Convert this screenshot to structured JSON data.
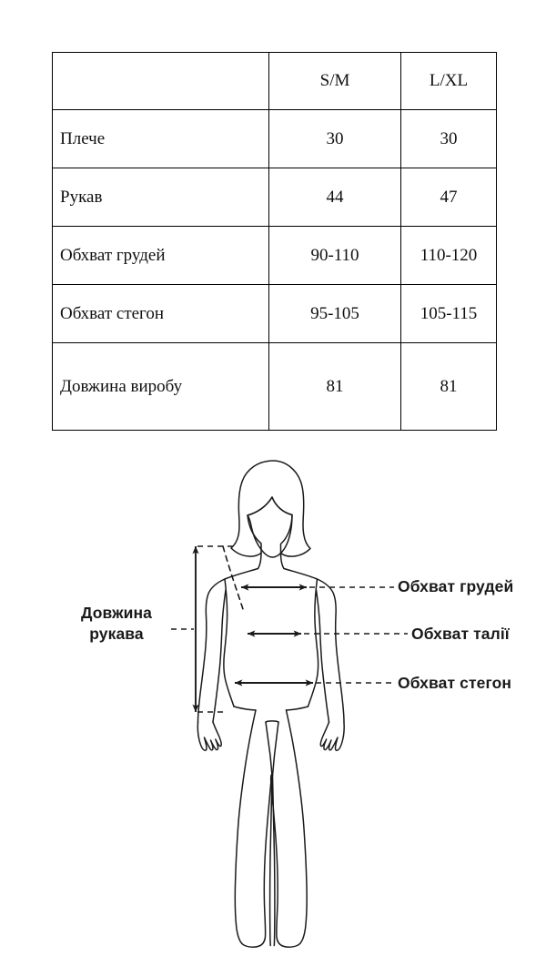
{
  "table": {
    "columns": [
      "",
      "S/M",
      "L/XL"
    ],
    "rows": [
      {
        "label": "Плече",
        "sm": "30",
        "lxl": "30"
      },
      {
        "label": "Рукав",
        "sm": "44",
        "lxl": "47"
      },
      {
        "label": "Обхват грудей",
        "sm": "90-110",
        "lxl": "110-120"
      },
      {
        "label": "Обхват стегон",
        "sm": "95-105",
        "lxl": "105-115"
      },
      {
        "label": "Довжина виробу",
        "sm": "81",
        "lxl": "81"
      }
    ]
  },
  "diagram": {
    "labels": {
      "sleeve_length_line1": "Довжина",
      "sleeve_length_line2": "рукава",
      "bust": "Обхват грудей",
      "waist": "Обхват талії",
      "hips": "Обхват стегон"
    },
    "colors": {
      "line": "#1a1a1a",
      "background": "#ffffff"
    }
  }
}
